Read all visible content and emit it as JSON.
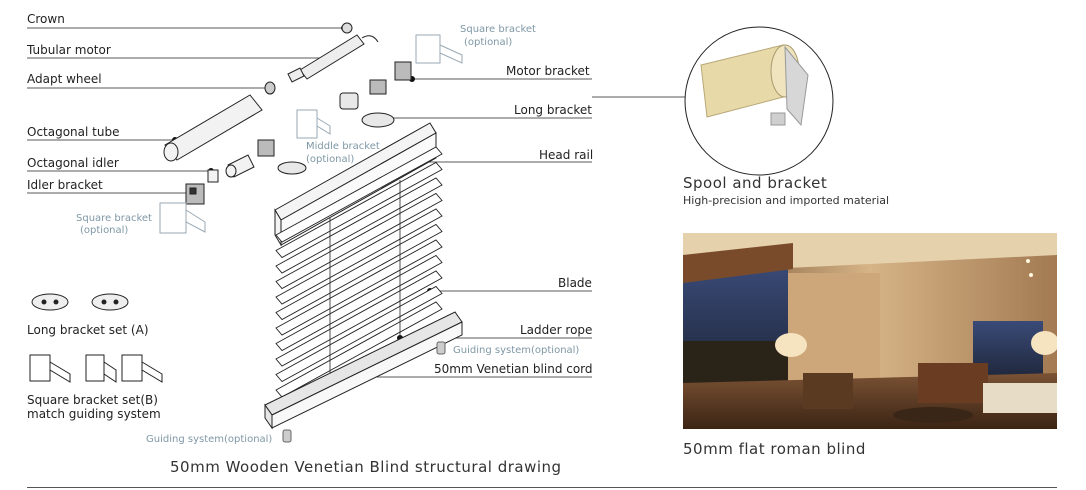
{
  "labels": {
    "crown": "Crown",
    "tubular_motor": "Tubular motor",
    "adapt_wheel": "Adapt wheel",
    "octagonal_tube": "Octagonal tube",
    "octagonal_idler": "Octagonal idler",
    "idler_bracket": "Idler bracket",
    "square_bracket_left_1": "Square bracket",
    "square_bracket_left_2": "(optional)",
    "square_bracket_top_1": "Square bracket",
    "square_bracket_top_2": "(optional)",
    "motor_bracket": "Motor bracket",
    "long_bracket": "Long bracket",
    "middle_bracket_1": "Middle bracket",
    "middle_bracket_2": "(optional)",
    "head_rail": "Head rail",
    "blade": "Blade",
    "ladder_rope": "Ladder rope",
    "guiding_system_right": "Guiding system(optional)",
    "blind_cord": "50mm Venetian blind cord",
    "guiding_system_bottom": "Guiding system(optional)",
    "long_bracket_set": "Long bracket set (A)",
    "square_bracket_set_1": "Square bracket set(B)",
    "square_bracket_set_2": "match guiding system"
  },
  "captions": {
    "drawing": "50mm Wooden Venetian Blind structural drawing",
    "spool_title": "Spool and bracket",
    "spool_sub": "High-precision and imported material",
    "photo": "50mm flat roman blind"
  },
  "colors": {
    "line": "#222222",
    "optional_text": "#7f98a6",
    "photo_wall": "#c9a77c",
    "photo_sky": "#2a3550",
    "spool_body": "#e8d9a8"
  }
}
